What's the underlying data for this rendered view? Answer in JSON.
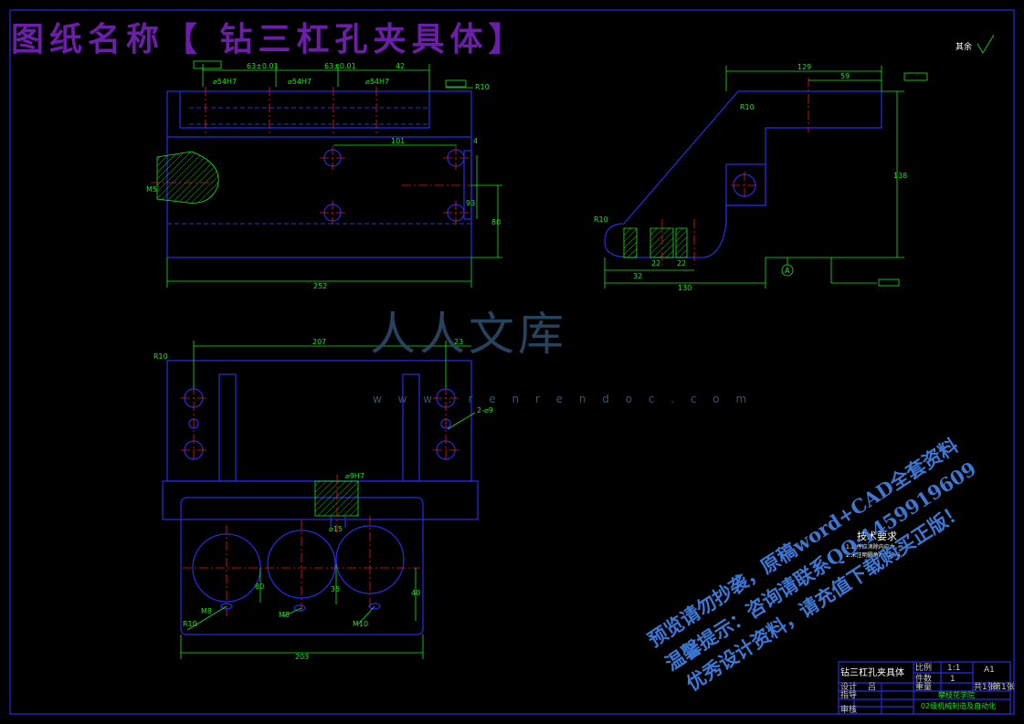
{
  "drawing_title": "图纸名称【 钻三杠孔夹具体】",
  "surface_note": "其余",
  "watermark": {
    "text": "人人文库",
    "url": "w w w . r e n r e n d o c . c o m"
  },
  "promo_lines": [
    "预览请勿抄袭，原稿word+CAD全套资料",
    "温馨提示：咨询请联系QQ:1459919609",
    "优秀设计资料，请充值下载购买正版！"
  ],
  "technical_requirements": {
    "title": "技术要求",
    "items": [
      "1.铸件应消除内应力。",
      "2.未注明圆角R＝2～6。"
    ]
  },
  "dimensions": {
    "front": [
      "63±0.01",
      "63±0.01",
      "42",
      "⌀54H7",
      "⌀54H7",
      "⌀54H7",
      "R10",
      "101",
      "4",
      "93",
      "80",
      "M5",
      "252"
    ],
    "side": [
      "129",
      "59",
      "R10",
      "138",
      "R10",
      "22",
      "22",
      "32",
      "130",
      "A"
    ],
    "top": [
      "R10",
      "207",
      "23",
      "2-⌀9",
      "⌀9H7",
      "⌀15",
      "80",
      "40",
      "35",
      "M8",
      "M8",
      "M10",
      "R10",
      "203"
    ]
  },
  "title_block": {
    "part_name": "钻三杠孔夹具体",
    "scale_label": "比例",
    "scale": "1:1",
    "count_label": "件数",
    "count": "1",
    "sheet_size": "A1",
    "weight_label": "重量",
    "sheets": "共1张",
    "sheet_no": "第1张",
    "design_label": "设计",
    "designer": "吕",
    "review_label": "指导",
    "reviewer": "",
    "approve_label": "审核",
    "school": "攀枝花学院",
    "class": "02级机械制造及自动化"
  },
  "colors": {
    "line": "#2a2ae6",
    "dimension": "#19e619",
    "center": "#e61919",
    "title": "#6b1fa8",
    "promo": "#3d78d6"
  }
}
